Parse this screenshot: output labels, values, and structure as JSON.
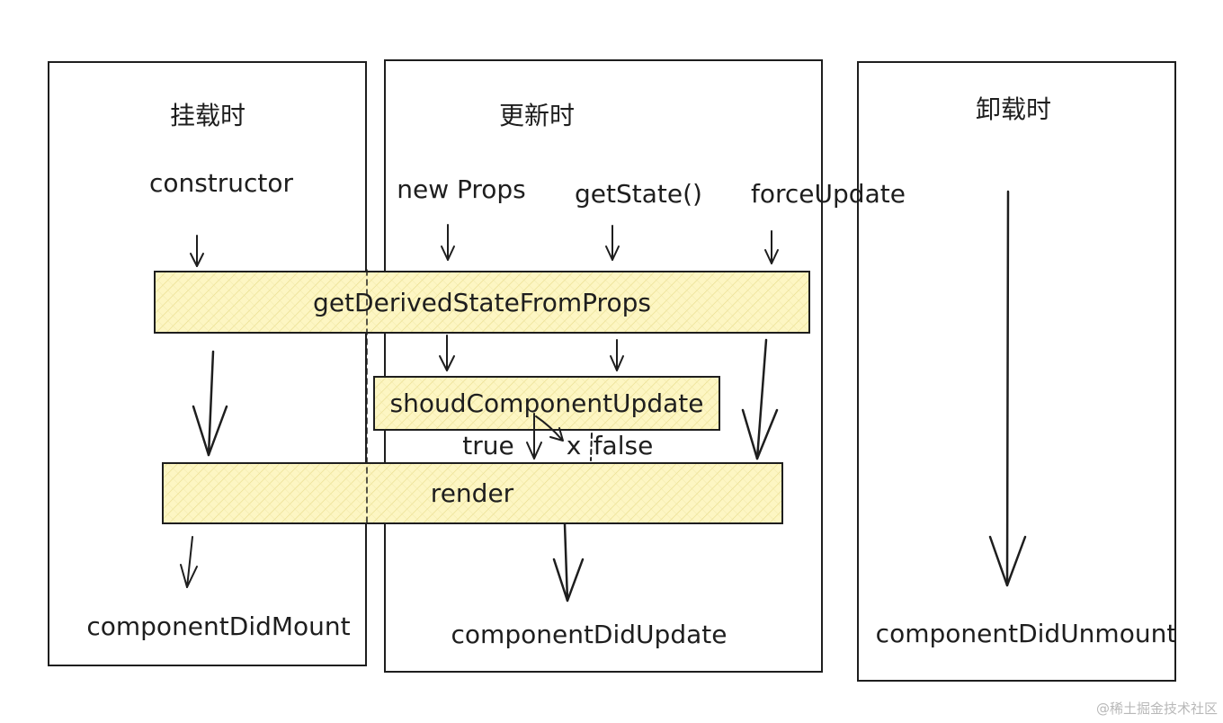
{
  "phases": {
    "mount": {
      "title": "挂载时"
    },
    "update": {
      "title": "更新时"
    },
    "unmount": {
      "title": "卸载时"
    }
  },
  "methods": {
    "constructor": "constructor",
    "new_props": "new Props",
    "get_state": "getState()",
    "force_update": "forceUpdate",
    "get_derived_state": "getDerivedStateFromProps",
    "should_component_update": "shoudComponentUpdate",
    "true_label": "true",
    "false_label": "false",
    "false_mark": "x",
    "render": "render",
    "component_did_mount": "componentDidMount",
    "component_did_update": "componentDidUpdate",
    "component_did_unmount": "componentDidUnmount"
  },
  "colors": {
    "stroke": "#1e1e1e",
    "highlight_fill": "#fdf6c3",
    "highlight_hatch": "#e8dc8a",
    "watermark": "#b8b8b8"
  },
  "watermark": "@稀土掘金技术社区"
}
